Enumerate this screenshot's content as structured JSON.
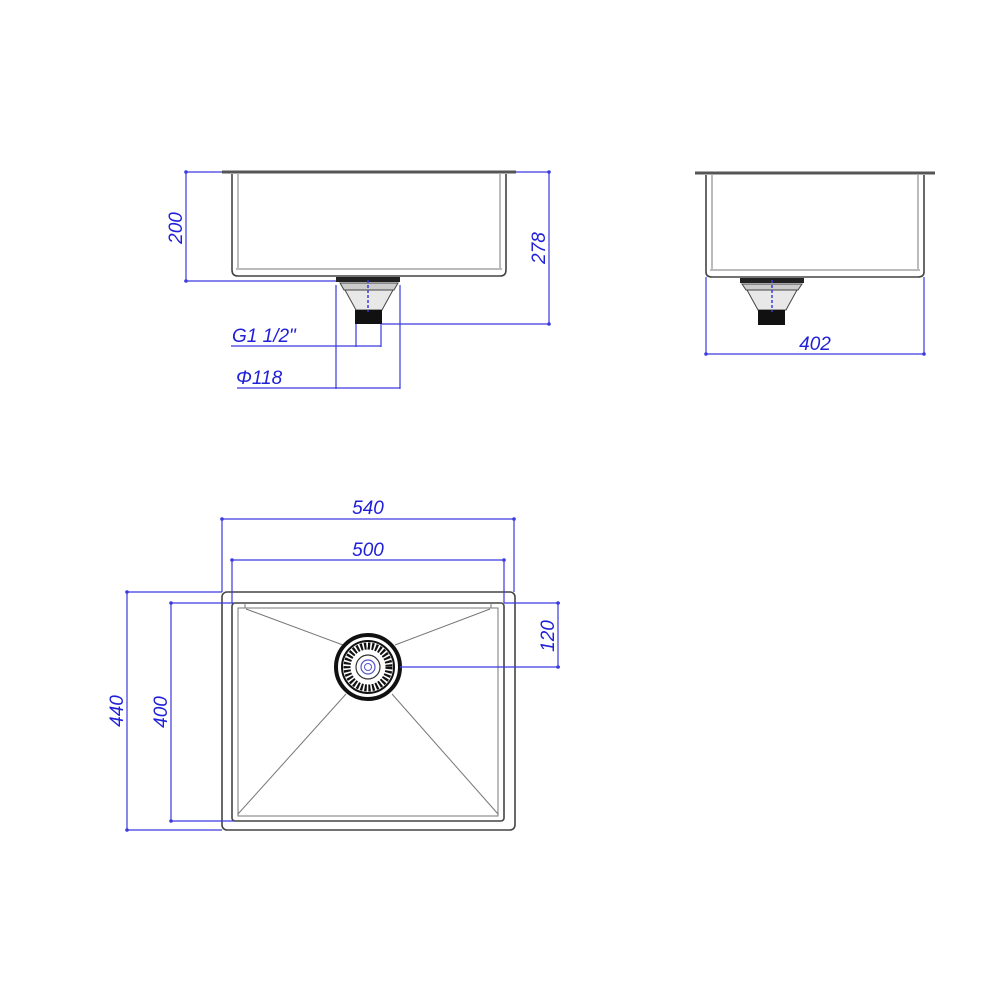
{
  "drawing": {
    "title": "Undermount kitchen sink technical drawing",
    "colors": {
      "dimension": "#2020d8",
      "outline": "#444444",
      "background": "#ffffff"
    },
    "front_view": {
      "dimensions": {
        "bowl_depth": "200",
        "overall_height": "278",
        "drain_thread": "G1 1/2\"",
        "drain_diameter": "Φ118"
      }
    },
    "side_view": {
      "dimensions": {
        "width": "402"
      }
    },
    "top_view": {
      "dimensions": {
        "outer_width": "540",
        "inner_width": "500",
        "outer_depth": "440",
        "inner_depth": "400",
        "drain_offset": "120"
      }
    }
  }
}
